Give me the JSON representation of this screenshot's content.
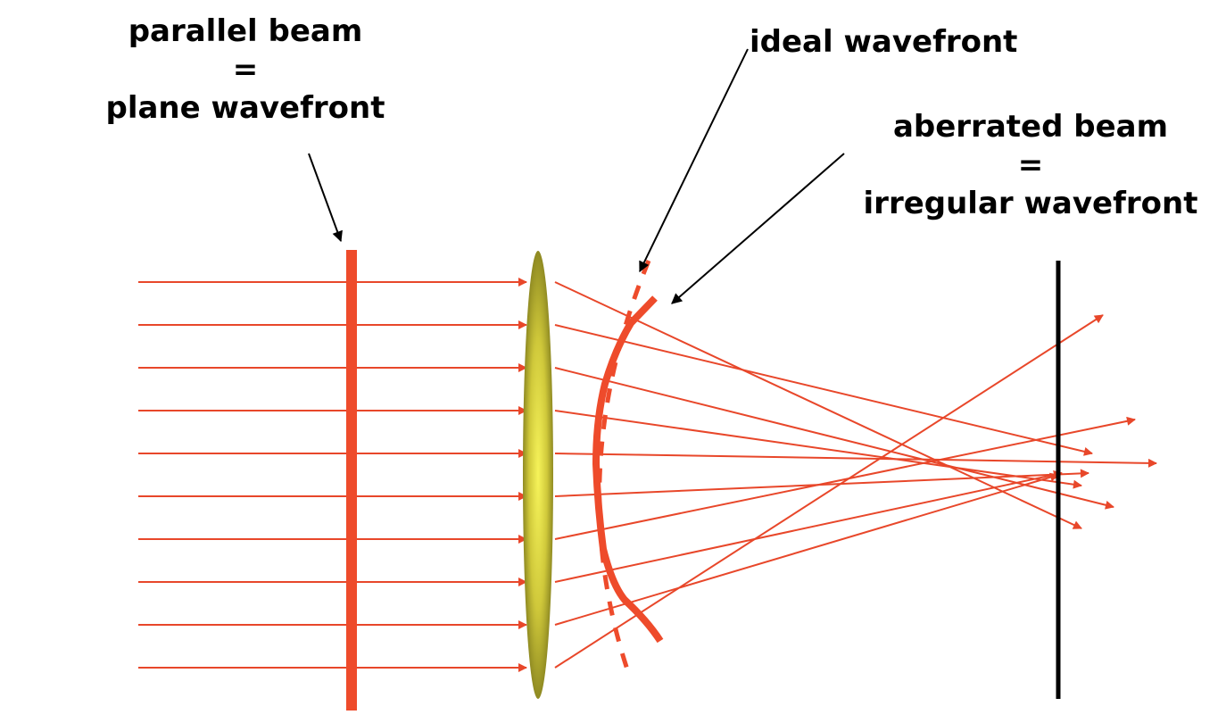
{
  "labels": {
    "parallel_beam": [
      "parallel beam",
      "=",
      "plane wavefront"
    ],
    "ideal_wavefront": "ideal wavefront",
    "aberrated_beam": [
      "aberrated beam",
      "=",
      "irregular wavefront"
    ]
  },
  "colors": {
    "ray": "#e8472a",
    "wavefront": "#ee4b2b",
    "screen": "#000000",
    "pointer": "#000000",
    "lens_center": "#f2ef52",
    "lens_edge": "#8f8a22"
  }
}
